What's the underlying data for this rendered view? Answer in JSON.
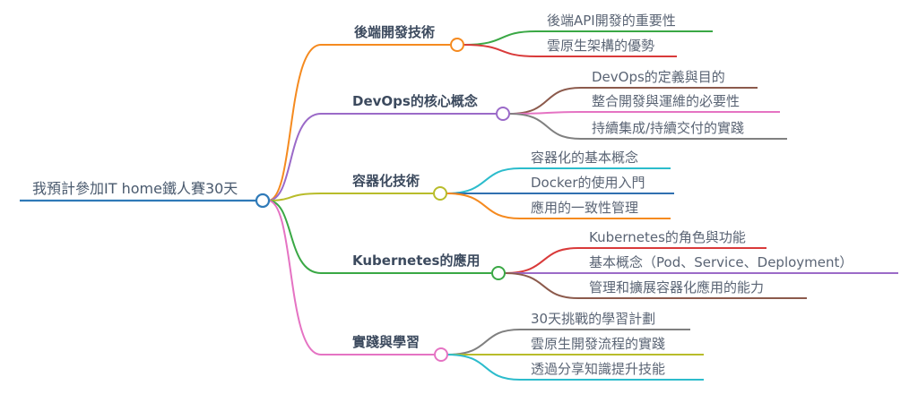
{
  "root": {
    "label": "我預計參加IT home鐵人賽30天",
    "color": "#2f7ab8"
  },
  "branches": [
    {
      "label": "後端開發技術",
      "color": "#f58a1f",
      "children": [
        {
          "label": "後端API開發的重要性",
          "color": "#3aa845"
        },
        {
          "label": "雲原生架構的優勢",
          "color": "#d93a3a"
        }
      ]
    },
    {
      "label": "DevOps的核心概念",
      "color": "#9b6ac8",
      "children": [
        {
          "label": "DevOps的定義與目的",
          "color": "#8c5a4c"
        },
        {
          "label": "整合開發與運維的必要性",
          "color": "#e573c3"
        },
        {
          "label": "持續集成/持續交付的實踐",
          "color": "#808080"
        }
      ]
    },
    {
      "label": "容器化技術",
      "color": "#b8bc2a",
      "children": [
        {
          "label": "容器化的基本概念",
          "color": "#2cbccc"
        },
        {
          "label": "Docker的使用入門",
          "color": "#2f70b0"
        },
        {
          "label": "應用的一致性管理",
          "color": "#f58a1f"
        }
      ]
    },
    {
      "label": "Kubernetes的應用",
      "color": "#3aa845",
      "children": [
        {
          "label": "Kubernetes的角色與功能",
          "color": "#d93a3a"
        },
        {
          "label": "基本概念（Pod、Service、Deployment）",
          "color": "#9b6ac8"
        },
        {
          "label": "管理和擴展容器化應用的能力",
          "color": "#8c5a4c"
        }
      ]
    },
    {
      "label": "實踐與學習",
      "color": "#e573c3",
      "children": [
        {
          "label": "30天挑戰的學習計劃",
          "color": "#808080"
        },
        {
          "label": "雲原生開發流程的實踐",
          "color": "#b8bc2a"
        },
        {
          "label": "透過分享知識提升技能",
          "color": "#2cbccc"
        }
      ]
    }
  ]
}
